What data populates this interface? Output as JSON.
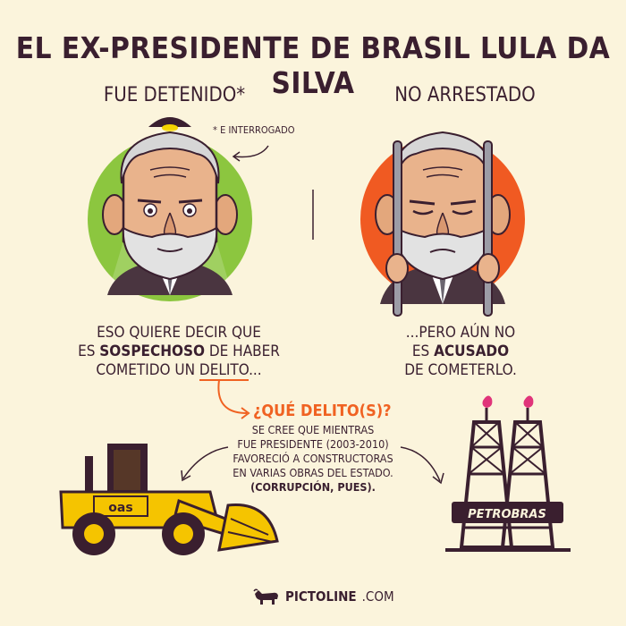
{
  "title": "EL EX-PRESIDENTE DE BRASIL LULA DA SILVA",
  "left": {
    "heading": "FUE DETENIDO*",
    "note": "* E INTERROGADO",
    "caption_line1": "ESO QUIERE DECIR QUE",
    "caption_line2_pre": "ES ",
    "caption_line2_bold": "SOSPECHOSO",
    "caption_line2_post": " DE HABER",
    "caption_line3_pre": "COMETIDO UN ",
    "caption_line3_underline": "DELITO",
    "caption_line3_post": "..."
  },
  "right": {
    "heading": "NO ARRESTADO",
    "caption_line1": "...PERO AÚN NO",
    "caption_line2_pre": "ES ",
    "caption_line2_bold": "ACUSADO",
    "caption_line3": "DE COMETERLO."
  },
  "question": "¿QUÉ DELITO(S)?",
  "explanation": {
    "line1": "SE CREE QUE MIENTRAS",
    "line2": "FUE PRESIDENTE (2003-2010)",
    "line3": "FAVORECIÓ A CONSTRUCTORAS",
    "line4": "EN VARIAS OBRAS DEL ESTADO.",
    "line5": "(CORRUPCIÓN, PUES)."
  },
  "bulldozer_label": "oas",
  "rig_label": "PETROBRAS",
  "footer": {
    "brand": "PICTOLINE",
    "domain": ".COM"
  },
  "colors": {
    "background": "#fbf4dc",
    "green_circle": "#8cc63f",
    "orange_circle": "#f05a22",
    "accent": "#f06222",
    "ink": "#3a1f2f",
    "yellow": "#f5c400"
  }
}
